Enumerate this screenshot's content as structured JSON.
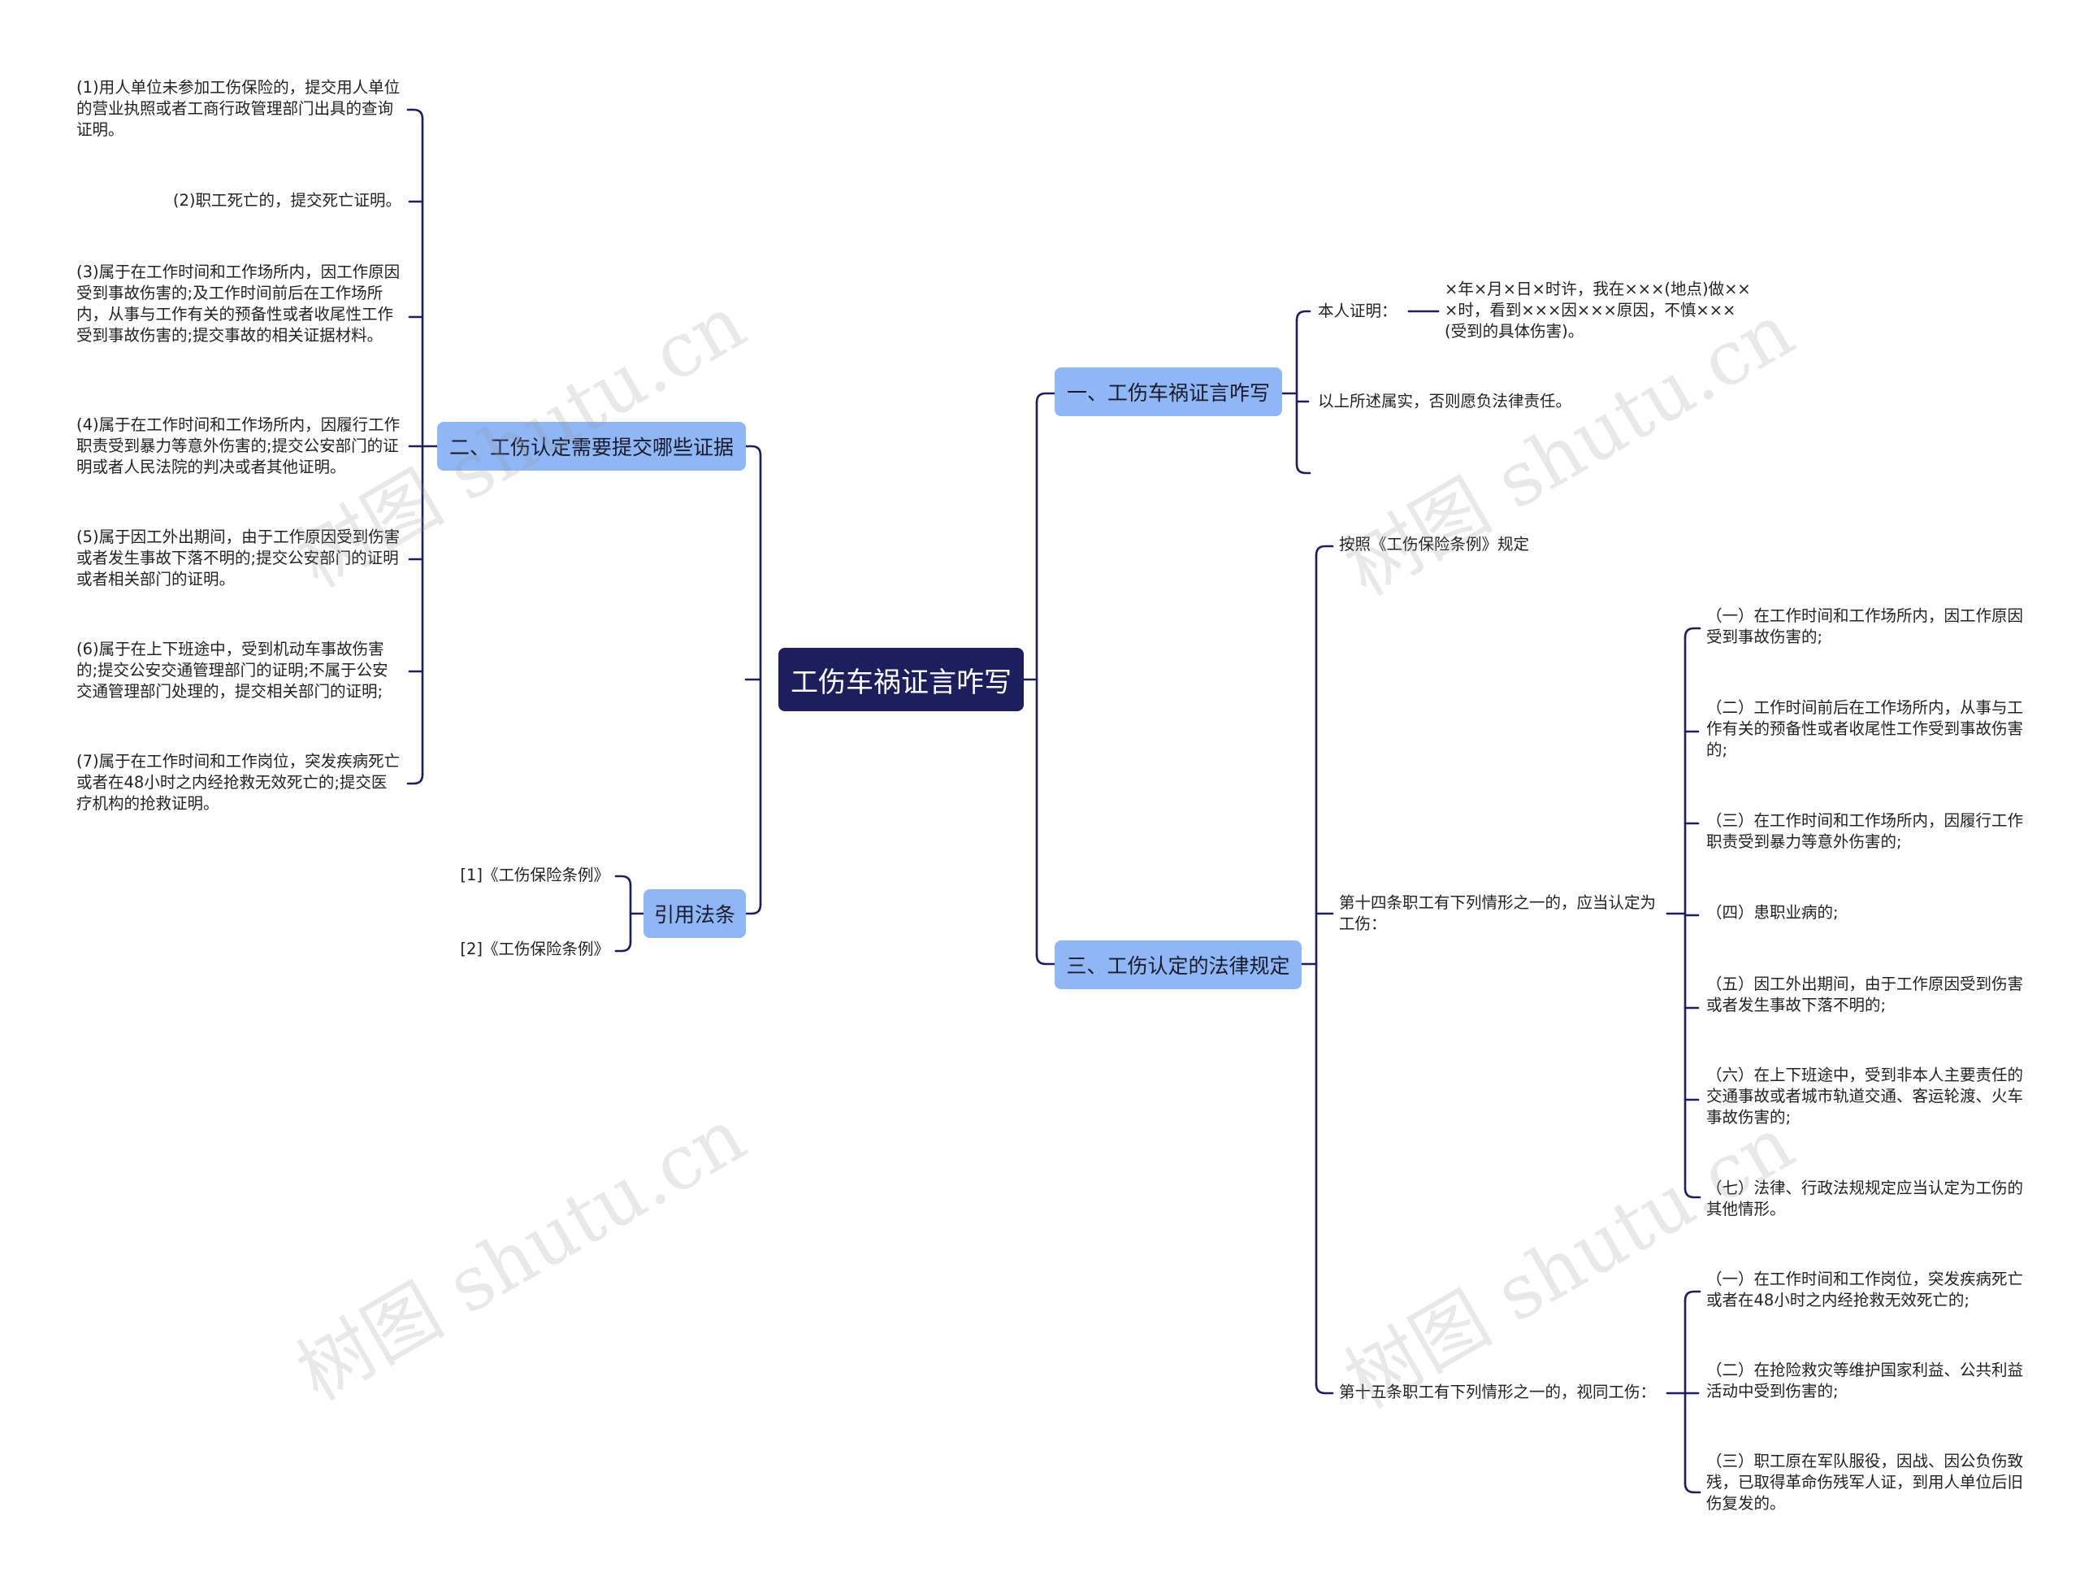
{
  "root": {
    "label": "工伤车祸证言咋写"
  },
  "branch_testimony": {
    "label": "一、工伤车祸证言咋写",
    "personal_label": "本人证明：",
    "personal_text": "×年×月×日×时许，我在×××(地点)做×××时，看到×××因×××原因，不慎×××(受到的具体伤害)。",
    "closing": "以上所述属实，否则愿负法律责任。"
  },
  "branch_evidence": {
    "label": "二、工伤认定需要提交哪些证据",
    "items": [
      "(1)用人单位未参加工伤保险的，提交用人单位的营业执照或者工商行政管理部门出具的查询证明。",
      "(2)职工死亡的，提交死亡证明。",
      "(3)属于在工作时间和工作场所内，因工作原因受到事故伤害的;及工作时间前后在工作场所内，从事与工作有关的预备性或者收尾性工作受到事故伤害的;提交事故的相关证据材料。",
      "(4)属于在工作时间和工作场所内，因履行工作职责受到暴力等意外伤害的;提交公安部门的证明或者人民法院的判决或者其他证明。",
      "(5)属于因工外出期间，由于工作原因受到伤害或者发生事故下落不明的;提交公安部门的证明或者相关部门的证明。",
      "(6)属于在上下班途中，受到机动车事故伤害的;提交公安交通管理部门的证明;不属于公安交通管理部门处理的，提交相关部门的证明;",
      "(7)属于在工作时间和工作岗位，突发疾病死亡或者在48小时之内经抢救无效死亡的;提交医疗机构的抢救证明。"
    ]
  },
  "branch_legal": {
    "label": "三、工伤认定的法律规定",
    "basis": "按照《工伤保险条例》规定",
    "article14": {
      "label": "第十四条职工有下列情形之一的，应当认定为工伤：",
      "items": [
        "（一）在工作时间和工作场所内，因工作原因受到事故伤害的;",
        "（二）工作时间前后在工作场所内，从事与工作有关的预备性或者收尾性工作受到事故伤害的;",
        "（三）在工作时间和工作场所内，因履行工作职责受到暴力等意外伤害的;",
        "（四）患职业病的;",
        "（五）因工外出期间，由于工作原因受到伤害或者发生事故下落不明的;",
        "（六）在上下班途中，受到非本人主要责任的交通事故或者城市轨道交通、客运轮渡、火车事故伤害的;",
        "（七）法律、行政法规规定应当认定为工伤的其他情形。"
      ]
    },
    "article15": {
      "label": "第十五条职工有下列情形之一的，视同工伤：",
      "items": [
        "（一）在工作时间和工作岗位，突发疾病死亡或者在48小时之内经抢救无效死亡的;",
        "（二）在抢险救灾等维护国家利益、公共利益活动中受到伤害的;",
        "（三）职工原在军队服役，因战、因公负伤致残，已取得革命伤残军人证，到用人单位后旧伤复发的。"
      ]
    }
  },
  "branch_refs": {
    "label": "引用法条",
    "items": [
      "[1]《工伤保险条例》",
      "[2]《工伤保险条例》"
    ]
  },
  "watermark": "树图 shutu.cn",
  "colors": {
    "root": "#1c1f5c",
    "branch": "#8fb7f5",
    "line": "#1c1f5c"
  }
}
